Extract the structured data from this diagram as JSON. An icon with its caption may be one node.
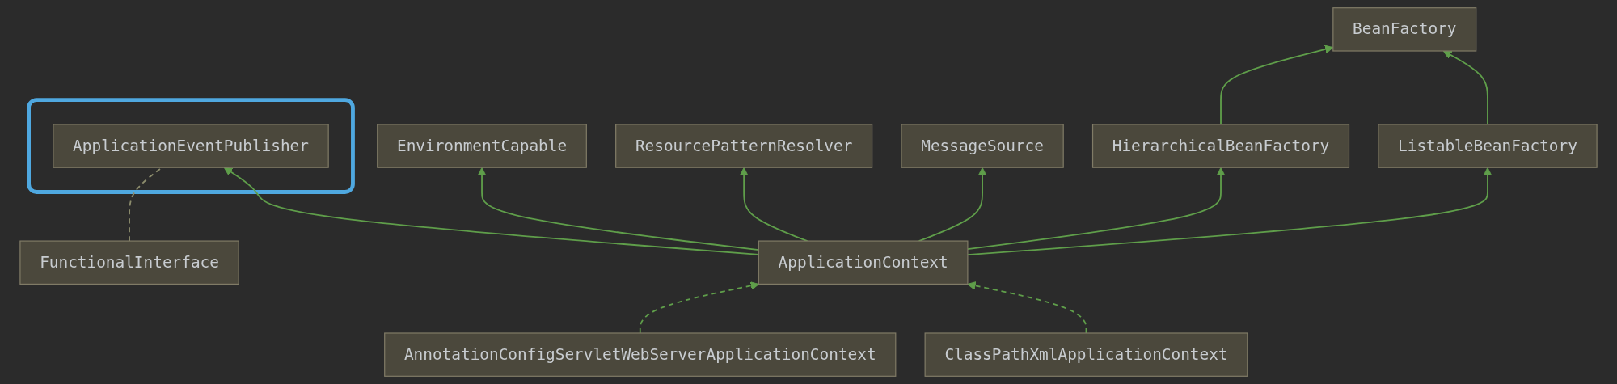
{
  "diagram": {
    "nodes": [
      {
        "text": [
          "BeanFactory"
        ]
      },
      {
        "text": [
          "FunctionalInterface"
        ]
      },
      {
        "text": [
          "EnvironmentCapable"
        ]
      },
      {
        "text": [
          "HierarchicalBeanFactory"
        ]
      },
      {
        "text": [
          "ListableBeanFactory"
        ]
      },
      {
        "text": [],
        "shape": "box"
      },
      {
        "text": [
          "ApplicationEventPublisher"
        ],
        "in": 5
      },
      {
        "text": [
          "ResourcePatternResolver"
        ]
      },
      {
        "text": [
          "MessageSource"
        ]
      },
      {
        "text": [
          "ApplicationContext"
        ]
      },
      {
        "text": [
          "AnnotationConfigServletWebServerApplicationContext"
        ]
      },
      {
        "text": [
          "ClassPathXmlApplicationContext"
        ]
      }
    ],
    "edges": [
      {
        "from": 3,
        "to": 0,
        "arrow": "to"
      },
      {
        "from": 4,
        "to": 0,
        "arrow": "to"
      },
      {
        "from": 1,
        "to": 6,
        "arrow": "none",
        "style": "dashed",
        "color": "#8c8c6c"
      },
      {
        "from": 9,
        "to": 2,
        "arrow": "to"
      },
      {
        "from": 9,
        "to": 3,
        "arrow": "to"
      },
      {
        "from": 9,
        "to": 4,
        "arrow": "to"
      },
      {
        "from": 9,
        "to": 6,
        "arrow": "to"
      },
      {
        "from": 9,
        "to": 7,
        "arrow": "to"
      },
      {
        "from": 9,
        "to": 8,
        "arrow": "to"
      },
      {
        "from": 10,
        "to": 9,
        "arrow": "to",
        "style": "dashed"
      },
      {
        "from": 11,
        "to": 9,
        "arrow": "to",
        "style": "dashed"
      }
    ]
  }
}
